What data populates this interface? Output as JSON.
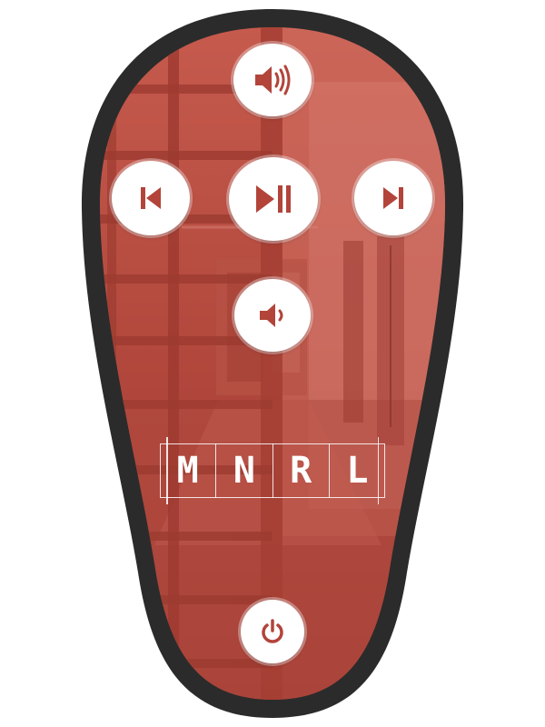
{
  "colors": {
    "shell": "#2a2a2a",
    "face": "#b2443a",
    "icon": "#b2443a",
    "button_bg": "#ffffff",
    "logo_text": "#ffffff"
  },
  "buttons": {
    "volume_up": {
      "icon": "speaker-loud-icon"
    },
    "previous": {
      "icon": "skip-previous-icon"
    },
    "play_pause": {
      "icon": "play-pause-icon"
    },
    "next": {
      "icon": "skip-next-icon"
    },
    "volume_down": {
      "icon": "speaker-quiet-icon"
    },
    "power": {
      "icon": "power-icon"
    }
  },
  "logo": {
    "letters": [
      "M",
      "N",
      "R",
      "L"
    ]
  }
}
